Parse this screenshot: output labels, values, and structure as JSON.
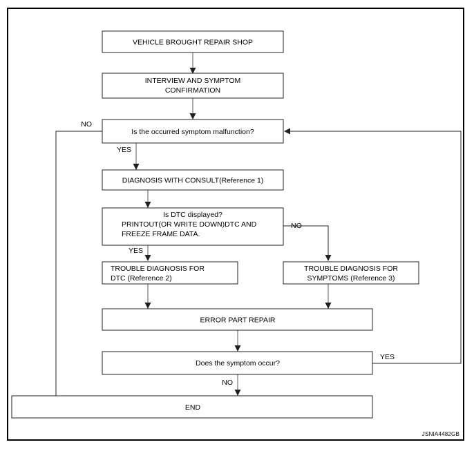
{
  "figure": {
    "code": "JSNIA4482GB",
    "frame": {
      "border_color": "#000000",
      "background": "#ffffff"
    }
  },
  "nodes": [
    {
      "id": "start",
      "label": "VEHICLE BROUGHT REPAIR SHOP"
    },
    {
      "id": "interview",
      "label_line1": "INTERVIEW AND SYMPTOM",
      "label_line2": "CONFIRMATION"
    },
    {
      "id": "malfunction",
      "label": "Is the occurred symptom malfunction?"
    },
    {
      "id": "consult",
      "label": "DIAGNOSIS WITH CONSULT(Reference 1)"
    },
    {
      "id": "dtc-displayed",
      "label_line1": "Is DTC displayed?",
      "label_line2": "PRINTOUT(OR WRITE DOWN)DTC AND",
      "label_line3": "FREEZE FRAME DATA."
    },
    {
      "id": "diag-dtc",
      "label_line1": "TROUBLE DIAGNOSIS FOR",
      "label_line2": "DTC (Reference 2)"
    },
    {
      "id": "diag-symptoms",
      "label_line1": "TROUBLE DIAGNOSIS FOR",
      "label_line2": "SYMPTOMS (Reference 3)"
    },
    {
      "id": "error-repair",
      "label": "ERROR PART REPAIR"
    },
    {
      "id": "symptom-occur",
      "label": "Does the symptom occur?"
    },
    {
      "id": "end",
      "label": "END"
    }
  ],
  "branches": {
    "malfunction_no": "NO",
    "malfunction_yes": "YES",
    "dtc_no": "NO",
    "dtc_yes": "YES",
    "symptom_yes": "YES",
    "symptom_no": "NO"
  },
  "colors": {
    "box_stroke": "#231f20",
    "connector": "#58595b",
    "frame": "#000000",
    "text": "#000000"
  }
}
